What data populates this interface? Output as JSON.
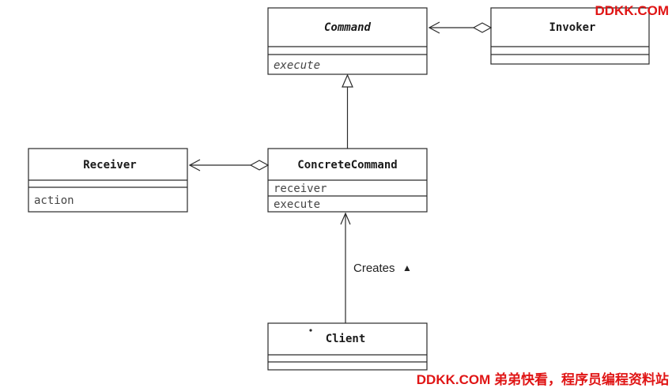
{
  "diagram": {
    "classes": {
      "command": {
        "name": "Command",
        "operation": "execute"
      },
      "invoker": {
        "name": "Invoker"
      },
      "receiver": {
        "name": "Receiver",
        "operation": "action"
      },
      "concrete_command": {
        "name": "ConcreteCommand",
        "attribute": "receiver",
        "operation": "execute"
      },
      "client": {
        "name": "Client"
      }
    },
    "relations": {
      "creates_label": "Creates",
      "creates_arrow_glyph": "▲"
    }
  },
  "watermarks": {
    "top": "DDKK.COM",
    "bottom": "DDKK.COM 弟弟快看，程序员编程资料站"
  },
  "colors": {
    "watermark": "#e01515",
    "line": "#2a2a2a"
  }
}
